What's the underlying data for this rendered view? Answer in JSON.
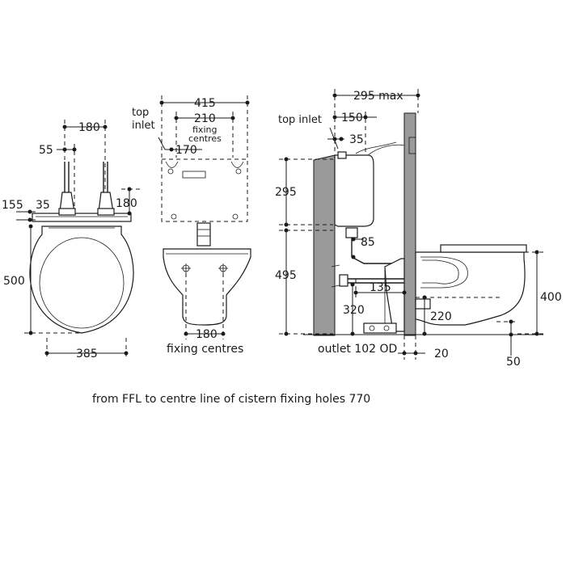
{
  "labels": {
    "d_180_top_left": "180",
    "d_55": "55",
    "d_155": "155",
    "d_35_left": "35",
    "d_180_right_left": "180",
    "d_500": "500",
    "d_385": "385",
    "top_inlet_mid_line1": "top",
    "top_inlet_mid_line2": "inlet",
    "d_415": "415",
    "d_210": "210",
    "fixing_line1": "fixing",
    "fixing_line2": "centres",
    "d_170": "170",
    "d_180_bottom_mid": "180",
    "fixing_centres_bottom": "fixing centres",
    "d_295_max": "295 max",
    "top_inlet_right": "top inlet",
    "d_150": "150",
    "d_35_right": "35",
    "d_295": "295",
    "d_85": "85",
    "d_495": "495",
    "d_135": "135",
    "d_320": "320",
    "d_220": "220",
    "d_400": "400",
    "outlet": "outlet 102 OD",
    "d_20": "20",
    "d_50": "50"
  },
  "footnote": "from FFL to centre line of cistern fixing holes 770"
}
